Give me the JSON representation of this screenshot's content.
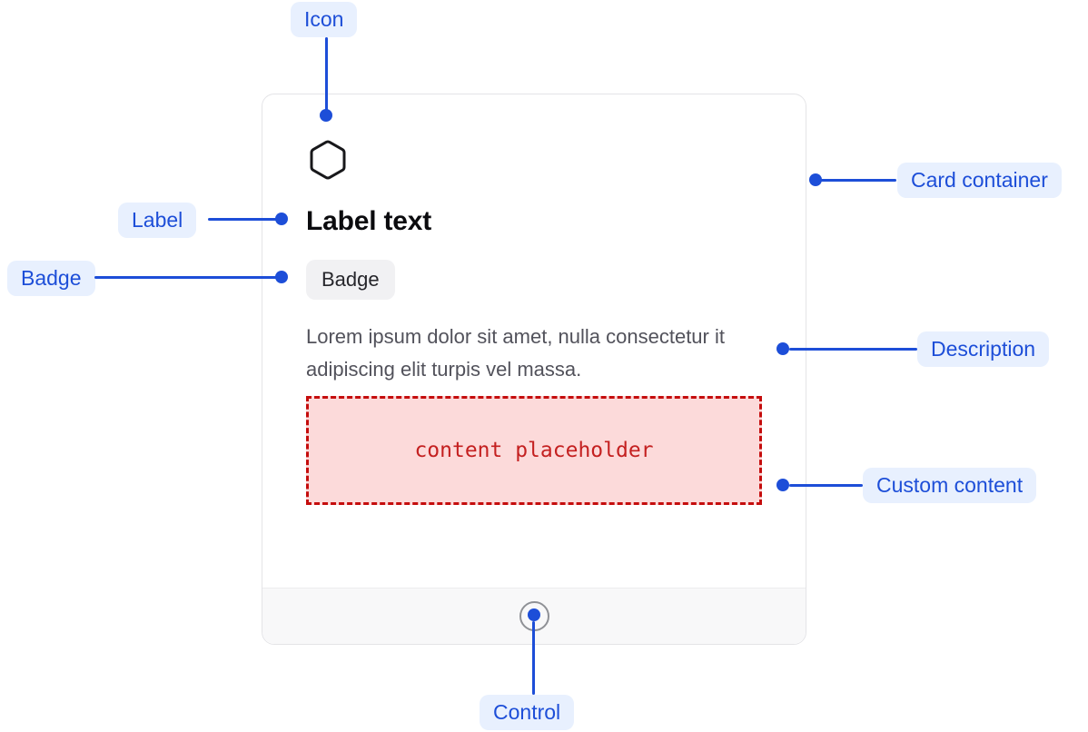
{
  "card": {
    "label": "Label text",
    "badge": "Badge",
    "description": "Lorem ipsum dolor sit amet, nulla consectetur it adipiscing elit turpis vel massa.",
    "custom_content": "content placeholder"
  },
  "annotations": {
    "icon": "Icon",
    "card_container": "Card container",
    "label": "Label",
    "badge": "Badge",
    "description": "Description",
    "custom_content": "Custom content",
    "control": "Control"
  },
  "colors": {
    "annotation_accent": "#1d4ed8",
    "annotation_pill_bg": "#e8f0fe",
    "card_border": "#e4e4e7",
    "footer_bg": "#f8f8f9",
    "badge_bg": "#f1f1f3",
    "placeholder_bg": "#fcdada",
    "placeholder_border": "#c50d0d",
    "placeholder_text": "#c42020",
    "description_text": "#52525b",
    "heading_text": "#0b0b0e",
    "control_ring": "#8f9196"
  }
}
